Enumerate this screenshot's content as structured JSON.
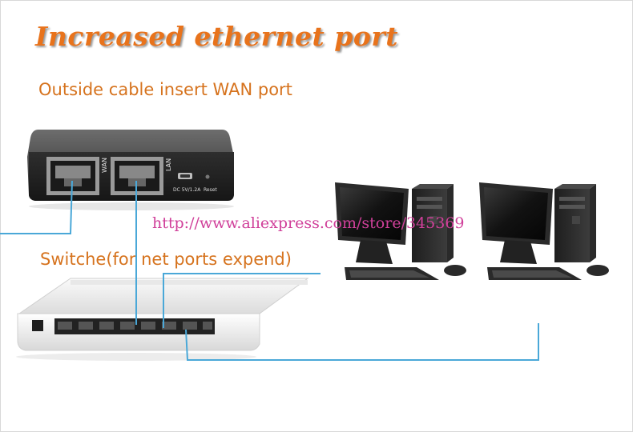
{
  "title": "Increased ethernet port",
  "labels": {
    "wan": "Outside cable insert WAN port",
    "switch": "Switche(for net ports expend)"
  },
  "watermark": "http://www.aliexpress.com/store/345369",
  "router": {
    "port_wan": "WAN",
    "port_lan": "LAN",
    "power": "DC 5V/1.2A",
    "reset": "Reset"
  },
  "colors": {
    "title": "#e8731c",
    "label": "#d6731e",
    "cable": "#4aa8d8",
    "watermark": "#d0409a"
  }
}
